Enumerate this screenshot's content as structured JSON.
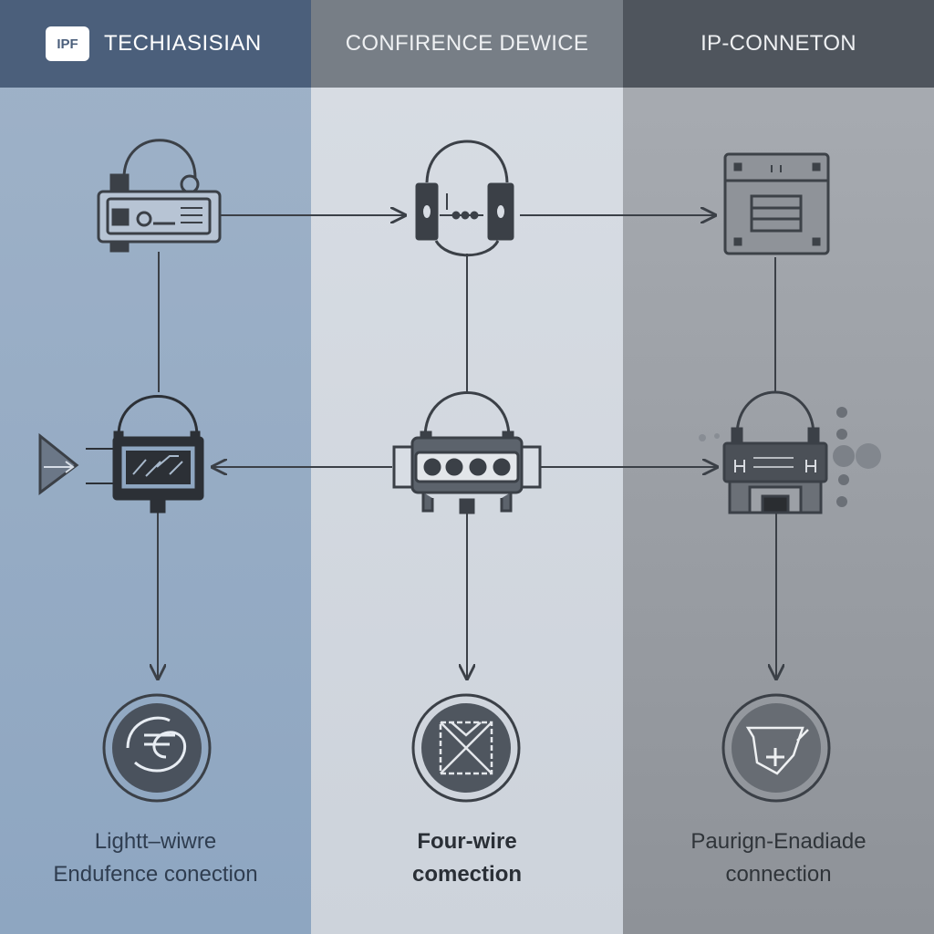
{
  "header": {
    "logo_text": "IPF",
    "brand": "TECHIASISIAN",
    "column_titles": [
      "CONFIRENCE DEWICE",
      "IP-CONNETON"
    ]
  },
  "captions": [
    {
      "line1": "Lightt–wiwre",
      "line2": "Endufence conection"
    },
    {
      "line1": "Four-wire",
      "line2": "comection"
    },
    {
      "line1": "Paurign-Enadiade",
      "line2": "connection"
    }
  ],
  "colors": {
    "col1": "#9fb2c8",
    "col2": "#d8dde4",
    "col3": "#9ca0a6",
    "header1": "#4b5f7b",
    "header2": "#777e86",
    "header3": "#4f555d",
    "stroke": "#3b4047"
  },
  "icons": [
    "amplifier-device-icon",
    "headset-device-icon",
    "panel-device-icon",
    "input-module-icon",
    "connector-hub-icon",
    "bridge-module-icon",
    "waves-circle-icon",
    "crossed-box-circle-icon",
    "plus-tray-circle-icon"
  ]
}
